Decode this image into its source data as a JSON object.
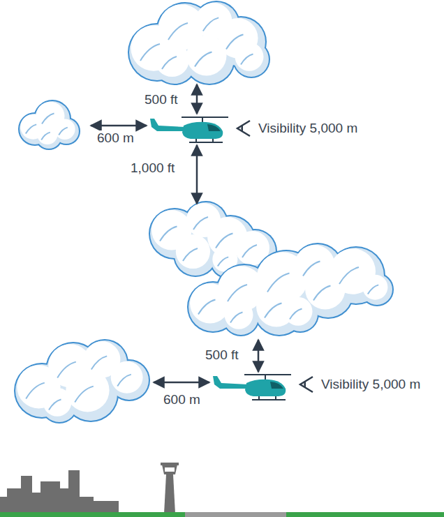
{
  "diagram": {
    "labels": [
      "500 ft",
      "600 m",
      "Visibility 5,000 m",
      "1,000 ft",
      "500 ft",
      "600 m",
      "Visibility 5,000 m"
    ]
  }
}
